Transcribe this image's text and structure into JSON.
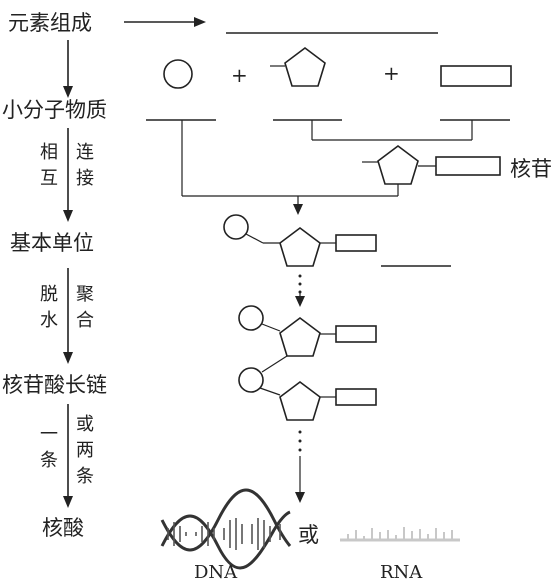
{
  "left_column": {
    "elements": "元素组成",
    "small_molecules": "小分子物质",
    "basic_unit": "基本单位",
    "nucleotide_chain": "核苷酸长链",
    "nucleic_acid": "核酸"
  },
  "arrow_labels": {
    "connect_left": [
      "相",
      "互"
    ],
    "connect_right": [
      "连",
      "接"
    ],
    "condense_left": [
      "脱",
      "水"
    ],
    "condense_right": [
      "聚",
      "合"
    ],
    "strand_left": [
      "一",
      "条"
    ],
    "strand_right": [
      "或",
      "两",
      "条"
    ]
  },
  "plus_signs": [
    "+",
    "+"
  ],
  "nucleoside_label": "核苷",
  "or_label": "或",
  "dna_label": "DNA",
  "rna_label": "RNA"
}
